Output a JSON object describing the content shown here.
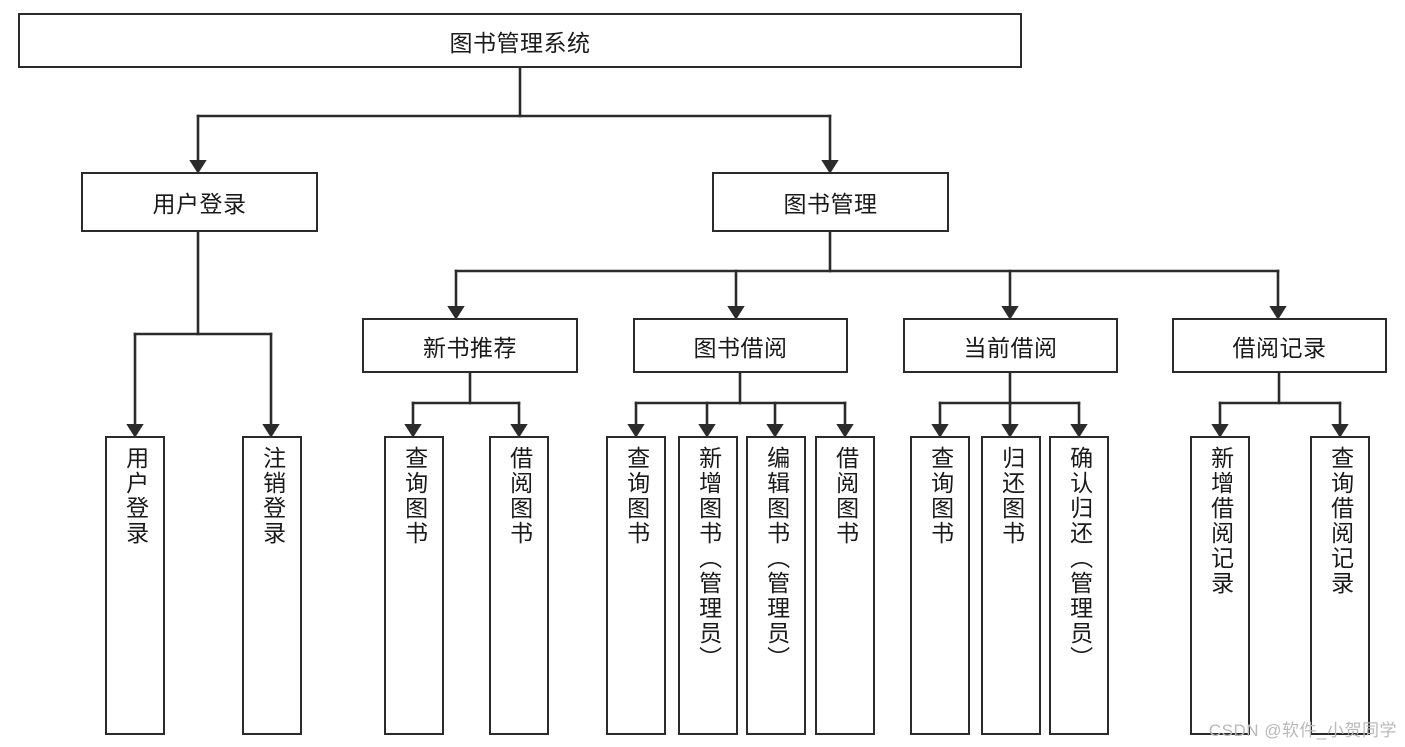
{
  "diagram": {
    "title": "图书管理系统",
    "type": "tree-hierarchy-chart",
    "orientation": "top-down",
    "colors": {
      "box_border": "#2b2b2b",
      "box_fill": "#ffffff",
      "edge": "#2b2b2b",
      "text": "#1a1a1a",
      "watermark": "#b9b9b9",
      "background": "#ffffff"
    },
    "watermark": "CSDN @软件_小贺同学",
    "nodes": {
      "root": {
        "label": "图书管理系统",
        "level": 0,
        "text_direction": "horizontal"
      },
      "l1": [
        {
          "id": "user-login",
          "label": "用户登录",
          "text_direction": "horizontal"
        },
        {
          "id": "book-management",
          "label": "图书管理",
          "text_direction": "horizontal"
        }
      ],
      "l2": [
        {
          "id": "new-book-recommend",
          "label": "新书推荐",
          "parent": "book-management",
          "text_direction": "horizontal"
        },
        {
          "id": "book-borrow",
          "label": "图书借阅",
          "parent": "book-management",
          "text_direction": "horizontal"
        },
        {
          "id": "current-borrow",
          "label": "当前借阅",
          "parent": "book-management",
          "text_direction": "horizontal"
        },
        {
          "id": "borrow-record",
          "label": "借阅记录",
          "parent": "book-management",
          "text_direction": "horizontal"
        }
      ],
      "leaves": [
        {
          "id": "leaf-user-login",
          "label": "用户登录",
          "parent": "user-login",
          "text_direction": "vertical"
        },
        {
          "id": "leaf-user-logout",
          "label": "注销登录",
          "parent": "user-login",
          "text_direction": "vertical"
        },
        {
          "id": "leaf-query-book-1",
          "label": "查询图书",
          "parent": "new-book-recommend",
          "text_direction": "vertical"
        },
        {
          "id": "leaf-borrow-book-1",
          "label": "借阅图书",
          "parent": "new-book-recommend",
          "text_direction": "vertical"
        },
        {
          "id": "leaf-query-book-2",
          "label": "查询图书",
          "parent": "book-borrow",
          "text_direction": "vertical"
        },
        {
          "id": "leaf-add-book",
          "label": "新增图书（管理员）",
          "parent": "book-borrow",
          "text_direction": "vertical"
        },
        {
          "id": "leaf-edit-book",
          "label": "编辑图书（管理员）",
          "parent": "book-borrow",
          "text_direction": "vertical"
        },
        {
          "id": "leaf-borrow-book-2",
          "label": "借阅图书",
          "parent": "book-borrow",
          "text_direction": "vertical"
        },
        {
          "id": "leaf-query-book-3",
          "label": "查询图书",
          "parent": "current-borrow",
          "text_direction": "vertical"
        },
        {
          "id": "leaf-return-book",
          "label": "归还图书",
          "parent": "current-borrow",
          "text_direction": "vertical"
        },
        {
          "id": "leaf-confirm-return",
          "label": "确认归还（管理员）",
          "parent": "current-borrow",
          "text_direction": "vertical"
        },
        {
          "id": "leaf-add-record",
          "label": "新增借阅记录",
          "parent": "borrow-record",
          "text_direction": "vertical"
        },
        {
          "id": "leaf-query-record",
          "label": "查询借阅记录",
          "parent": "borrow-record",
          "text_direction": "vertical"
        }
      ]
    }
  }
}
